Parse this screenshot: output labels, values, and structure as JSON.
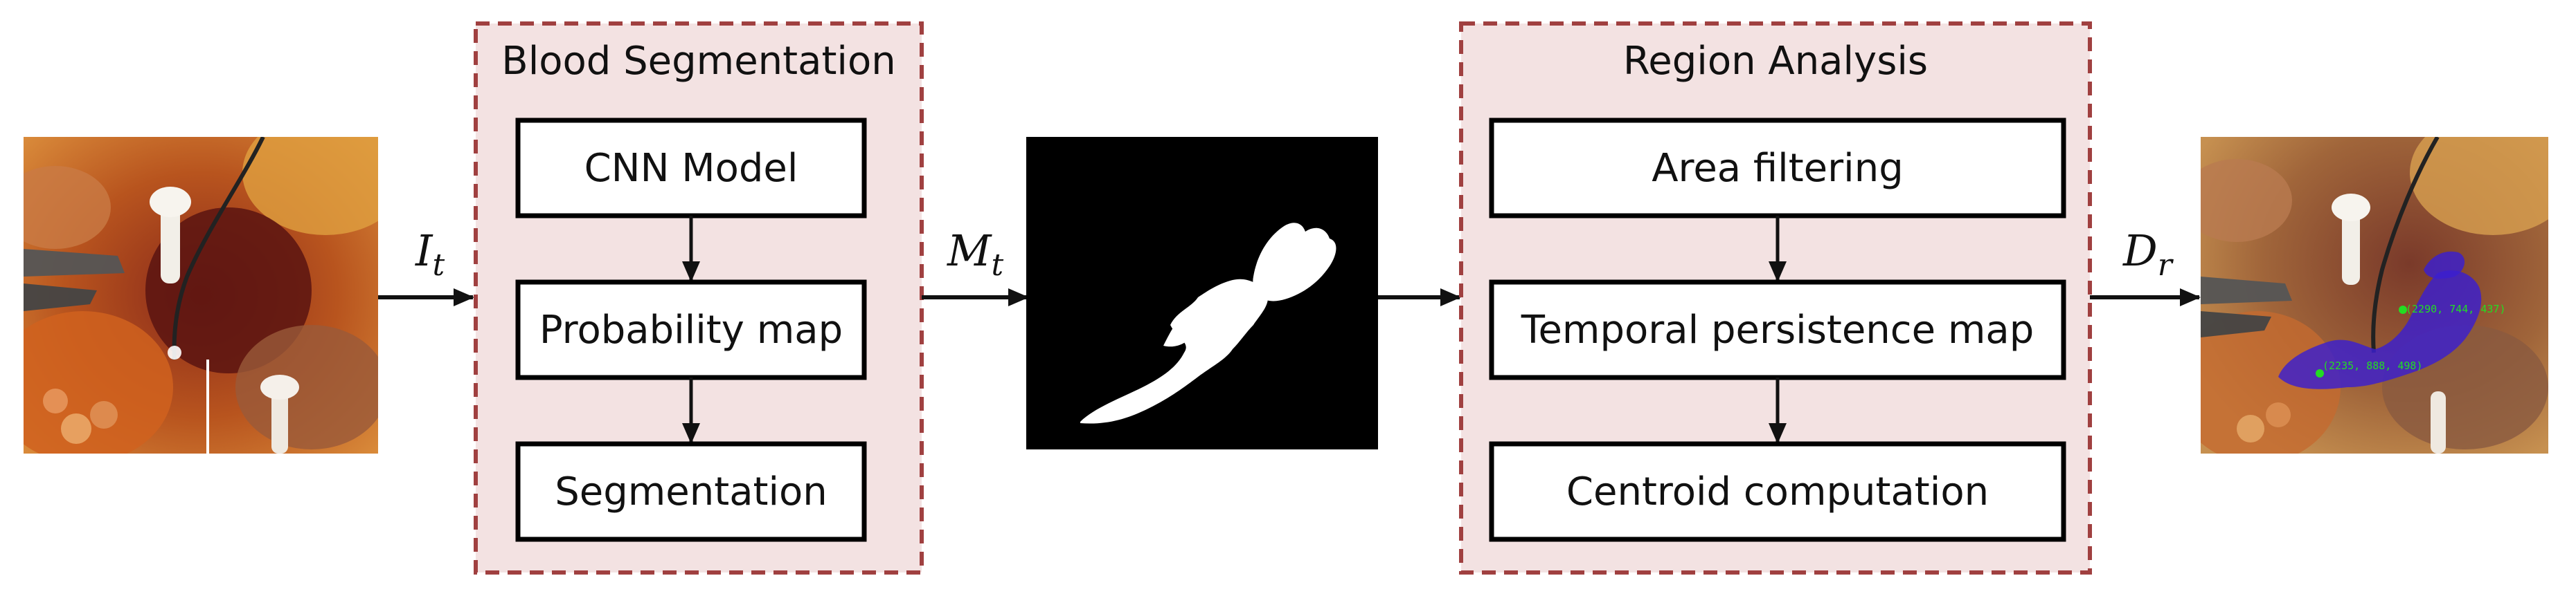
{
  "groups": {
    "blood_segmentation": {
      "title": "Blood Segmentation",
      "steps": [
        "CNN Model",
        "Probability map",
        "Segmentation"
      ]
    },
    "region_analysis": {
      "title": "Region Analysis",
      "steps": [
        "Area filtering",
        "Temporal persistence map",
        "Centroid computation"
      ]
    }
  },
  "signals": {
    "input_frame": {
      "base": "I",
      "sub": "t"
    },
    "mask": {
      "base": "M",
      "sub": "t"
    },
    "detections": {
      "base": "D",
      "sub": "r"
    }
  },
  "output_annotations": [
    "(2290, 744, 437)",
    "(2235, 888, 498)"
  ],
  "colors": {
    "group_fill": "#f3e2e2",
    "group_border": "#a04040",
    "step_border": "#000000",
    "detection_overlay": "#3a1fd0",
    "centroid_marker": "#22dd22"
  }
}
